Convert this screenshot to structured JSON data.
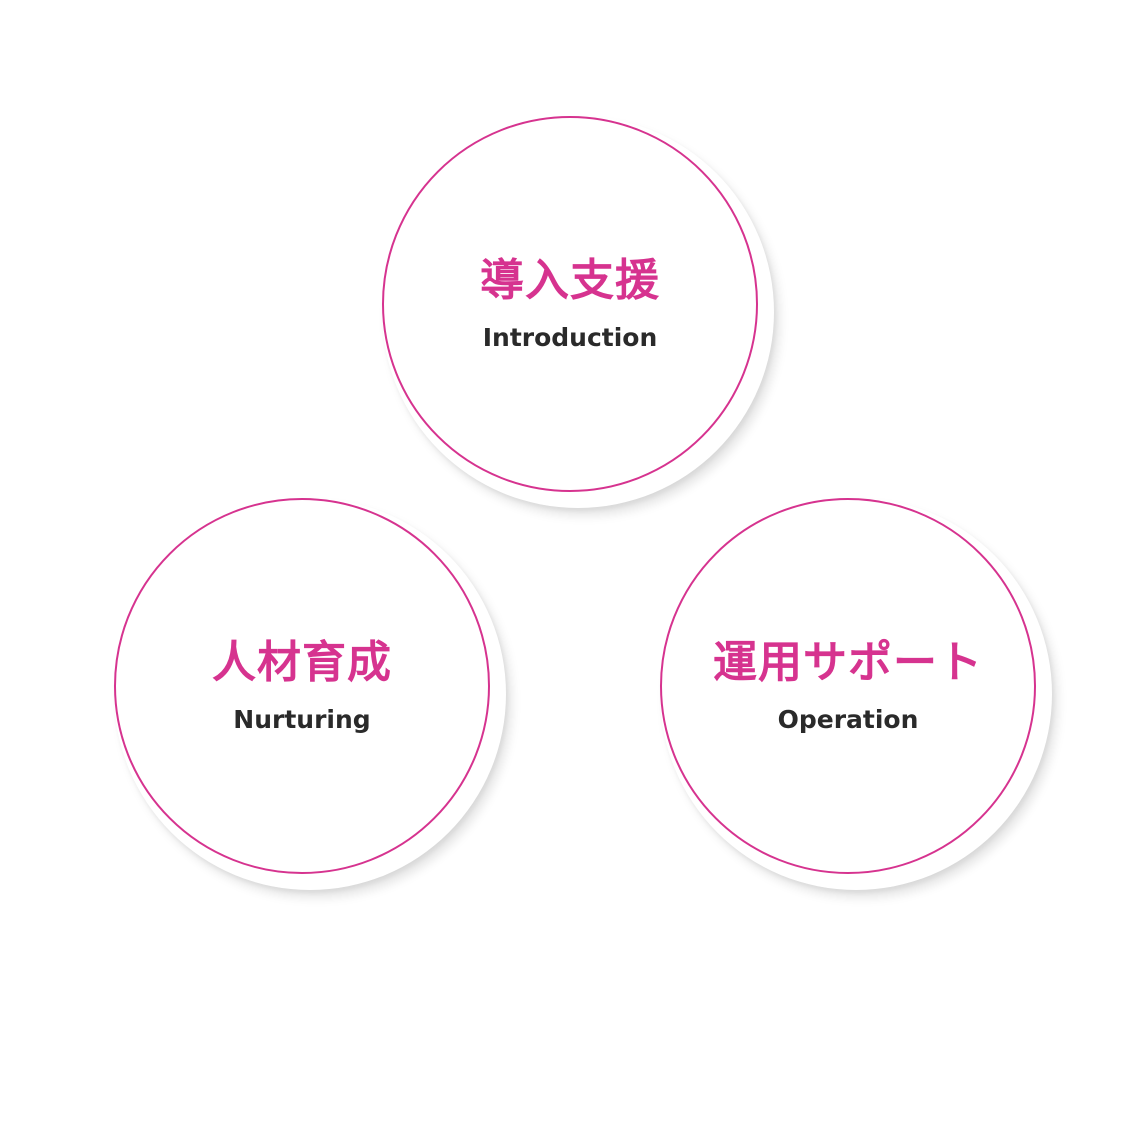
{
  "items": [
    {
      "title": "導入支援",
      "subtitle": "Introduction"
    },
    {
      "title": "人材育成",
      "subtitle": "Nurturing"
    },
    {
      "title": "運用サポート",
      "subtitle": "Operation"
    }
  ],
  "colors": {
    "accent": "#d6338f",
    "text": "#2a2a2a",
    "background": "#ffffff"
  }
}
